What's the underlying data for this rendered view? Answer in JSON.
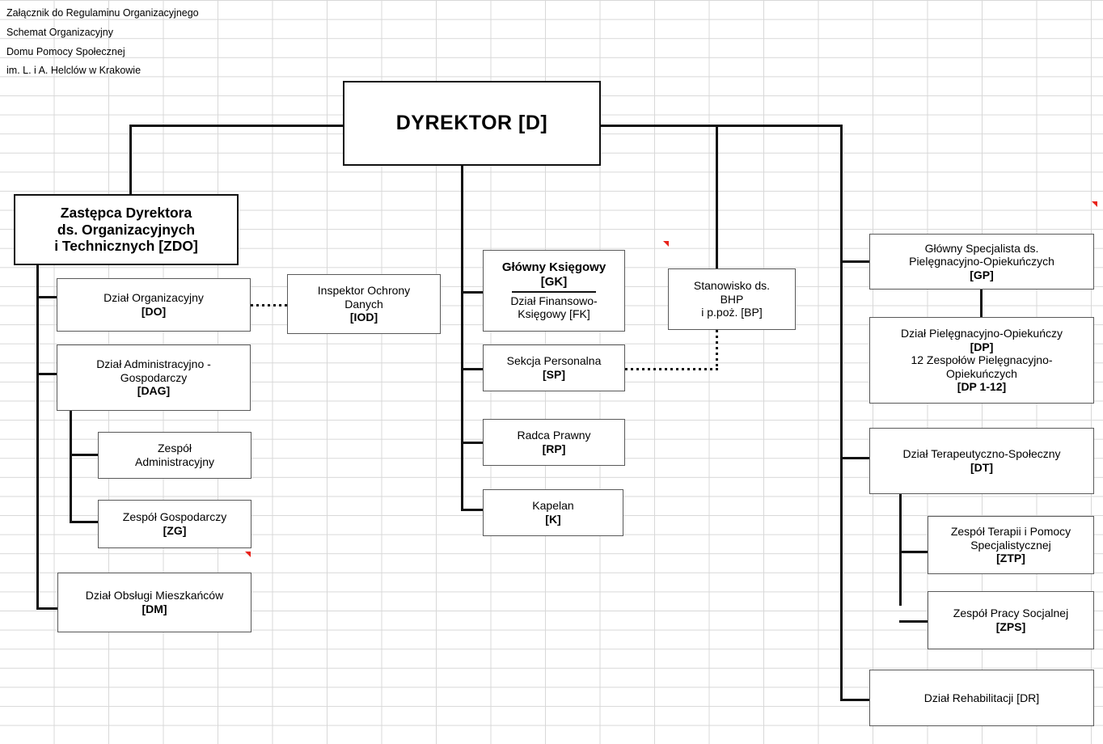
{
  "document": {
    "header_lines": [
      "Załącznik do Regulaminu Organizacyjnego",
      "Schemat Organizacyjny",
      "Domu Pomocy Społecznej",
      " im. L. i A. Helclów w Krakowie"
    ]
  },
  "chart_type": "organizational-chart",
  "nodes": {
    "director": {
      "line1": "DYREKTOR  [D]"
    },
    "deputy": {
      "line1": "Zastępca Dyrektora",
      "line2": "ds. Organizacyjnych",
      "line3": "i Technicznych [ZDO]"
    },
    "do": {
      "line1": "Dział Organizacyjny",
      "code": "[DO]"
    },
    "dag": {
      "line1": "Dział Administracyjno -",
      "line2": "Gospodarczy",
      "code": "[DAG]"
    },
    "za": {
      "line1": "Zespół",
      "line2": "Administracyjny"
    },
    "zg": {
      "line1": "Zespół Gospodarczy",
      "code": "[ZG]"
    },
    "dm": {
      "line1": "Dział Obsługi Mieszkańców",
      "code": "[DM]"
    },
    "iod": {
      "line1": "Inspektor Ochrony",
      "line2": "Danych",
      "code": "[IOD]"
    },
    "gk": {
      "line1": "Główny Księgowy",
      "code": "[GK]",
      "line2": "Dział Finansowo-",
      "line3": "Księgowy  [FK]"
    },
    "sp": {
      "line1": "Sekcja Personalna",
      "code": "[SP]"
    },
    "rp": {
      "line1": "Radca Prawny",
      "code": "[RP]"
    },
    "k": {
      "line1": "Kapelan",
      "code": "[K]"
    },
    "bp": {
      "line1": "Stanowisko ds.",
      "line2": "BHP",
      "line3": "i  p.poż.   [BP]"
    },
    "gp": {
      "line1": "Główny Specjalista ds.",
      "line2": "Pielęgnacyjno-Opiekuńczych",
      "code": "[GP]"
    },
    "dp": {
      "line1": "Dział Pielęgnacyjno-Opiekuńczy",
      "code": "[DP]",
      "line2": "12 Zespołów  Pielęgnacyjno-",
      "line3": "Opiekuńczych",
      "code2": "[DP 1-12]"
    },
    "dt": {
      "line1": "Dział Terapeutyczno-Społeczny",
      "code": "[DT]"
    },
    "ztp": {
      "line1": "Zespół Terapii i Pomocy",
      "line2": "Specjalistycznej",
      "code": "[ZTP]"
    },
    "zps": {
      "line1": "Zespół Pracy Socjalnej",
      "code": "[ZPS]"
    },
    "dr": {
      "line1": "Dział Rehabilitacji [DR]"
    }
  },
  "colors": {
    "box_border": "#595959",
    "box_border_strong": "#111111",
    "connector": "#111111",
    "grid_line": "#d8d8d8",
    "marker_red": "#e8221a",
    "background": "#ffffff"
  }
}
